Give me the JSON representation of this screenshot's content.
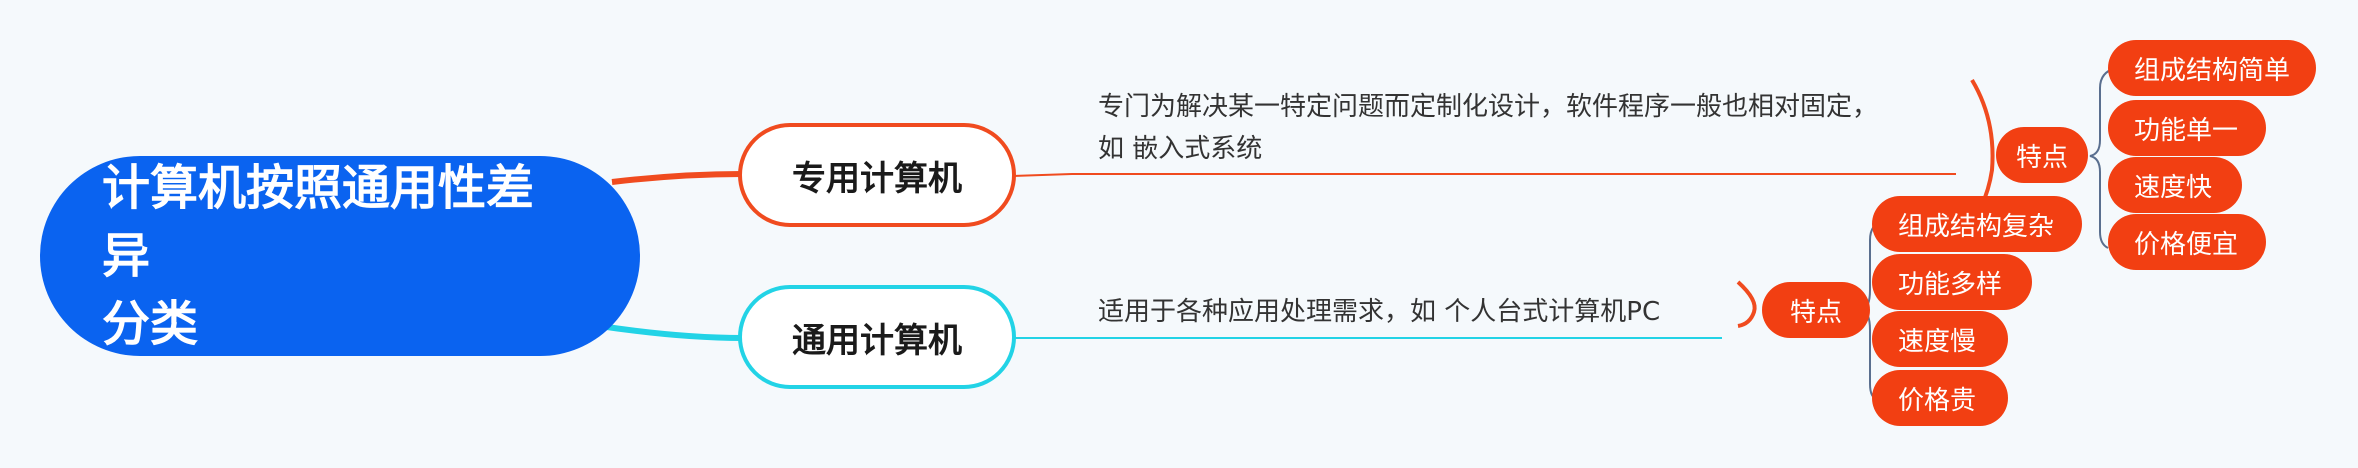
{
  "root": {
    "line1": "计算机按照通用性差异",
    "line2": "分类"
  },
  "branches": [
    {
      "label": "专用计算机",
      "description_line1": "专门为解决某一特定问题而定制化设计，软件程序一般也相对固定，",
      "description_line2": "如 嵌入式系统",
      "feature_label": "特点",
      "features": [
        "组成结构简单",
        "功能单一",
        "速度快",
        "价格便宜"
      ]
    },
    {
      "label": "通用计算机",
      "description_line1": "适用于各种应用处理需求，如 个人台式计算机PC",
      "feature_label": "特点",
      "features": [
        "组成结构复杂",
        "功能多样",
        "速度慢",
        "价格贵"
      ]
    }
  ],
  "colors": {
    "root": "#0a63f0",
    "special_branch": "#f04b1f",
    "general_branch": "#22d3e6",
    "feature_pill": "#f23f12",
    "bracket": "#5a6f8f"
  }
}
